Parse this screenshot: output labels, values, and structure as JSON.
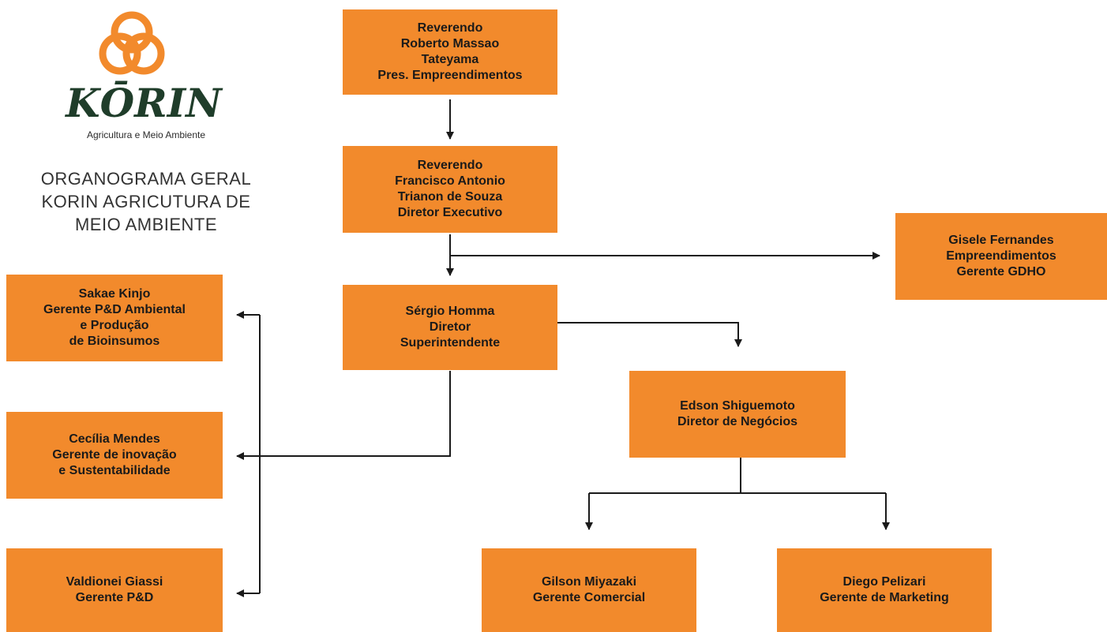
{
  "colors": {
    "box": "#f28a2c",
    "line": "#1a1a1a",
    "logo_orange": "#f28a2c",
    "logo_green": "#1f3d2a"
  },
  "logo": {
    "brand": "KŌRIN",
    "subtitle": "Agricultura e Meio Ambiente"
  },
  "title": [
    "ORGANOGRAMA GERAL",
    "KORIN AGRICUTURA DE",
    "MEIO AMBIENTE"
  ],
  "nodes": {
    "massao": [
      "Reverendo",
      "Roberto Massao",
      "Tateyama",
      "Pres. Empreendimentos"
    ],
    "francisco": [
      "Reverendo",
      "Francisco Antonio",
      "Trianon de Souza",
      "Diretor Executivo"
    ],
    "gisele": [
      "Gisele Fernandes",
      "Empreendimentos",
      "Gerente GDHO"
    ],
    "sergio": [
      "Sérgio Homma",
      "Diretor",
      "Superintendente"
    ],
    "sakae": [
      "Sakae Kinjo",
      "Gerente P&D Ambiental",
      "e Produção",
      "de Bioinsumos"
    ],
    "cecilia": [
      "Cecília Mendes",
      "Gerente de inovação",
      "e Sustentabilidade"
    ],
    "valdionei": [
      "Valdionei Giassi",
      "Gerente P&D"
    ],
    "edson": [
      "Edson Shiguemoto",
      "Diretor de Negócios"
    ],
    "gilson": [
      "Gilson Miyazaki",
      "Gerente Comercial"
    ],
    "diego": [
      "Diego Pelizari",
      "Gerente de Marketing"
    ]
  }
}
